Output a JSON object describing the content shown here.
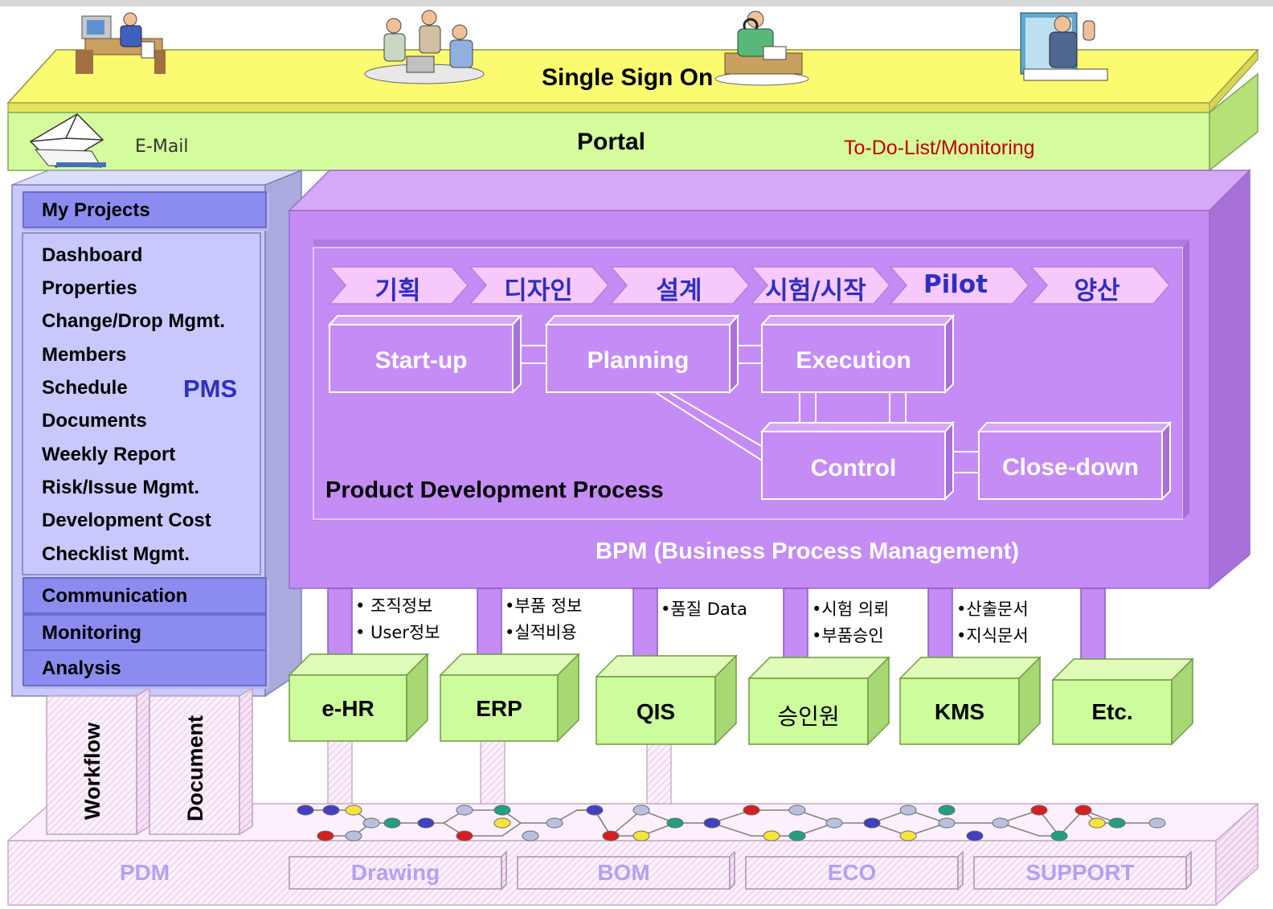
{
  "top_bar": {
    "title": "Single Sign On"
  },
  "portal": {
    "title": "Portal",
    "email_label": "E-Mail",
    "todo_label": "To-Do-List/Monitoring"
  },
  "pms": {
    "my_projects": "My Projects",
    "items": [
      "Dashboard",
      "Properties",
      "Change/Drop Mgmt.",
      "Members",
      "Schedule",
      "Documents",
      "Weekly Report",
      "Risk/Issue Mgmt.",
      "Development Cost",
      "Checklist Mgmt."
    ],
    "label": "PMS",
    "tabs": [
      "Communication",
      "Monitoring",
      "Analysis"
    ]
  },
  "bpm": {
    "label": "BPM (Business Process Management)",
    "process_title": "Product Development Process",
    "phases": [
      "기획",
      "디자인",
      "설계",
      "시험/시작",
      "Pilot",
      "양산"
    ],
    "steps": [
      "Start-up",
      "Planning",
      "Execution",
      "Control",
      "Close-down"
    ]
  },
  "interfaces": [
    {
      "system": "e-HR",
      "data": [
        "• 조직정보",
        "• User정보"
      ]
    },
    {
      "system": "ERP",
      "data": [
        "•부품 정보",
        "•실적비용"
      ]
    },
    {
      "system": "QIS",
      "data": [
        "•품질 Data"
      ]
    },
    {
      "system": "승인원",
      "data": [
        "•시험 의뢰",
        "•부품승인"
      ]
    },
    {
      "system": "KMS",
      "data": [
        "•산출문서",
        "•지식문서"
      ]
    },
    {
      "system": "Etc.",
      "data": []
    }
  ],
  "pdm": {
    "label": "PDM",
    "modules": [
      "Drawing",
      "BOM",
      "ECO",
      "SUPPORT"
    ],
    "pillars": [
      "Workflow",
      "Document"
    ]
  },
  "colors": {
    "sso_yellow": "#fbfb70",
    "portal_green": "#d4fc9c",
    "bpm_purple": "#c48cf4",
    "pms_blue": "#c8c8fc",
    "system_green": "#ccfc9c",
    "todo_red": "#c00000",
    "phase_blue": "#2f2fbf"
  }
}
